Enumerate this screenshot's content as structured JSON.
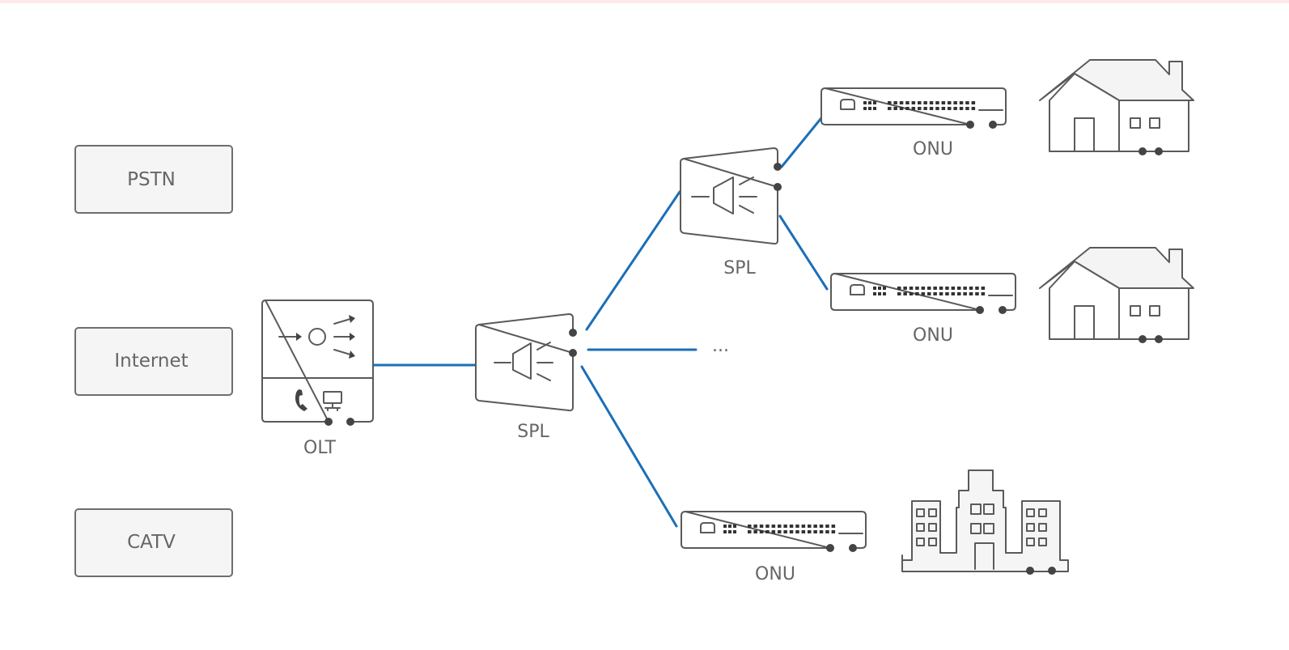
{
  "diagram": {
    "title": "PON network topology",
    "sources": [
      {
        "id": "pstn",
        "label": "PSTN"
      },
      {
        "id": "internet",
        "label": "Internet"
      },
      {
        "id": "catv",
        "label": "CATV"
      }
    ],
    "olt": {
      "label": "OLT",
      "icons": [
        "arrow-right-icon",
        "circle-icon",
        "split-arrows-icon",
        "phone-icon",
        "computer-icon"
      ]
    },
    "splitters": [
      {
        "id": "spl-main",
        "label": "SPL"
      },
      {
        "id": "spl-secondary",
        "label": "SPL"
      }
    ],
    "onus": [
      {
        "id": "onu-top",
        "label": "ONU",
        "premise": "house"
      },
      {
        "id": "onu-middle",
        "label": "ONU",
        "premise": "house"
      },
      {
        "id": "onu-bottom",
        "label": "ONU",
        "premise": "office-building"
      }
    ],
    "more_branches": "...",
    "connections": [
      {
        "from": "olt",
        "to": "spl-main"
      },
      {
        "from": "spl-main",
        "to": "spl-secondary"
      },
      {
        "from": "spl-main",
        "to": "more-branches"
      },
      {
        "from": "spl-main",
        "to": "onu-bottom"
      },
      {
        "from": "spl-secondary",
        "to": "onu-top"
      },
      {
        "from": "spl-secondary",
        "to": "onu-middle"
      }
    ],
    "colors": {
      "fiber": "#1a6fb8",
      "outline": "#5a5a5a",
      "box_fill": "#f5f5f5",
      "label": "#666666",
      "top_bar": "#fde8ea"
    }
  }
}
